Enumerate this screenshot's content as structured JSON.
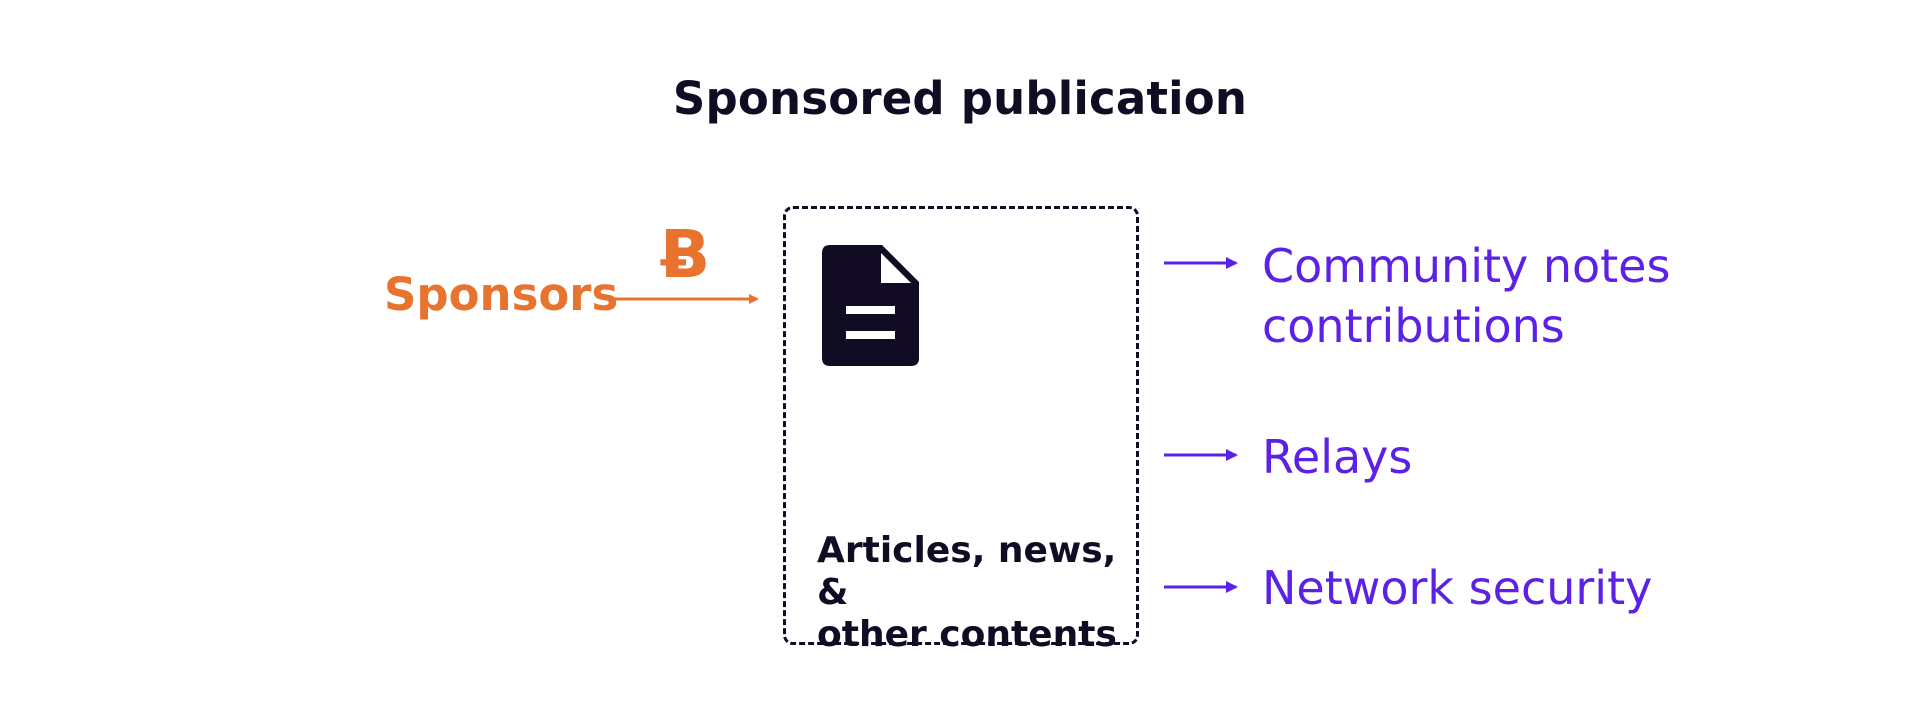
{
  "title": "Sponsored publication",
  "sponsors": {
    "label": "Sponsors",
    "currency_symbol": "Ƀ",
    "currency_icon": "bitcoin-icon",
    "color": "#e8732e"
  },
  "content": {
    "icon": "document-icon",
    "label_line1": "Articles, news, &",
    "label_line2": "other contents",
    "color": "#110c24"
  },
  "outputs": {
    "color": "#5b21e6",
    "items": [
      {
        "line1": "Community notes",
        "line2": "contributions"
      },
      {
        "line1": "Relays"
      },
      {
        "line1": "Network security"
      }
    ]
  }
}
